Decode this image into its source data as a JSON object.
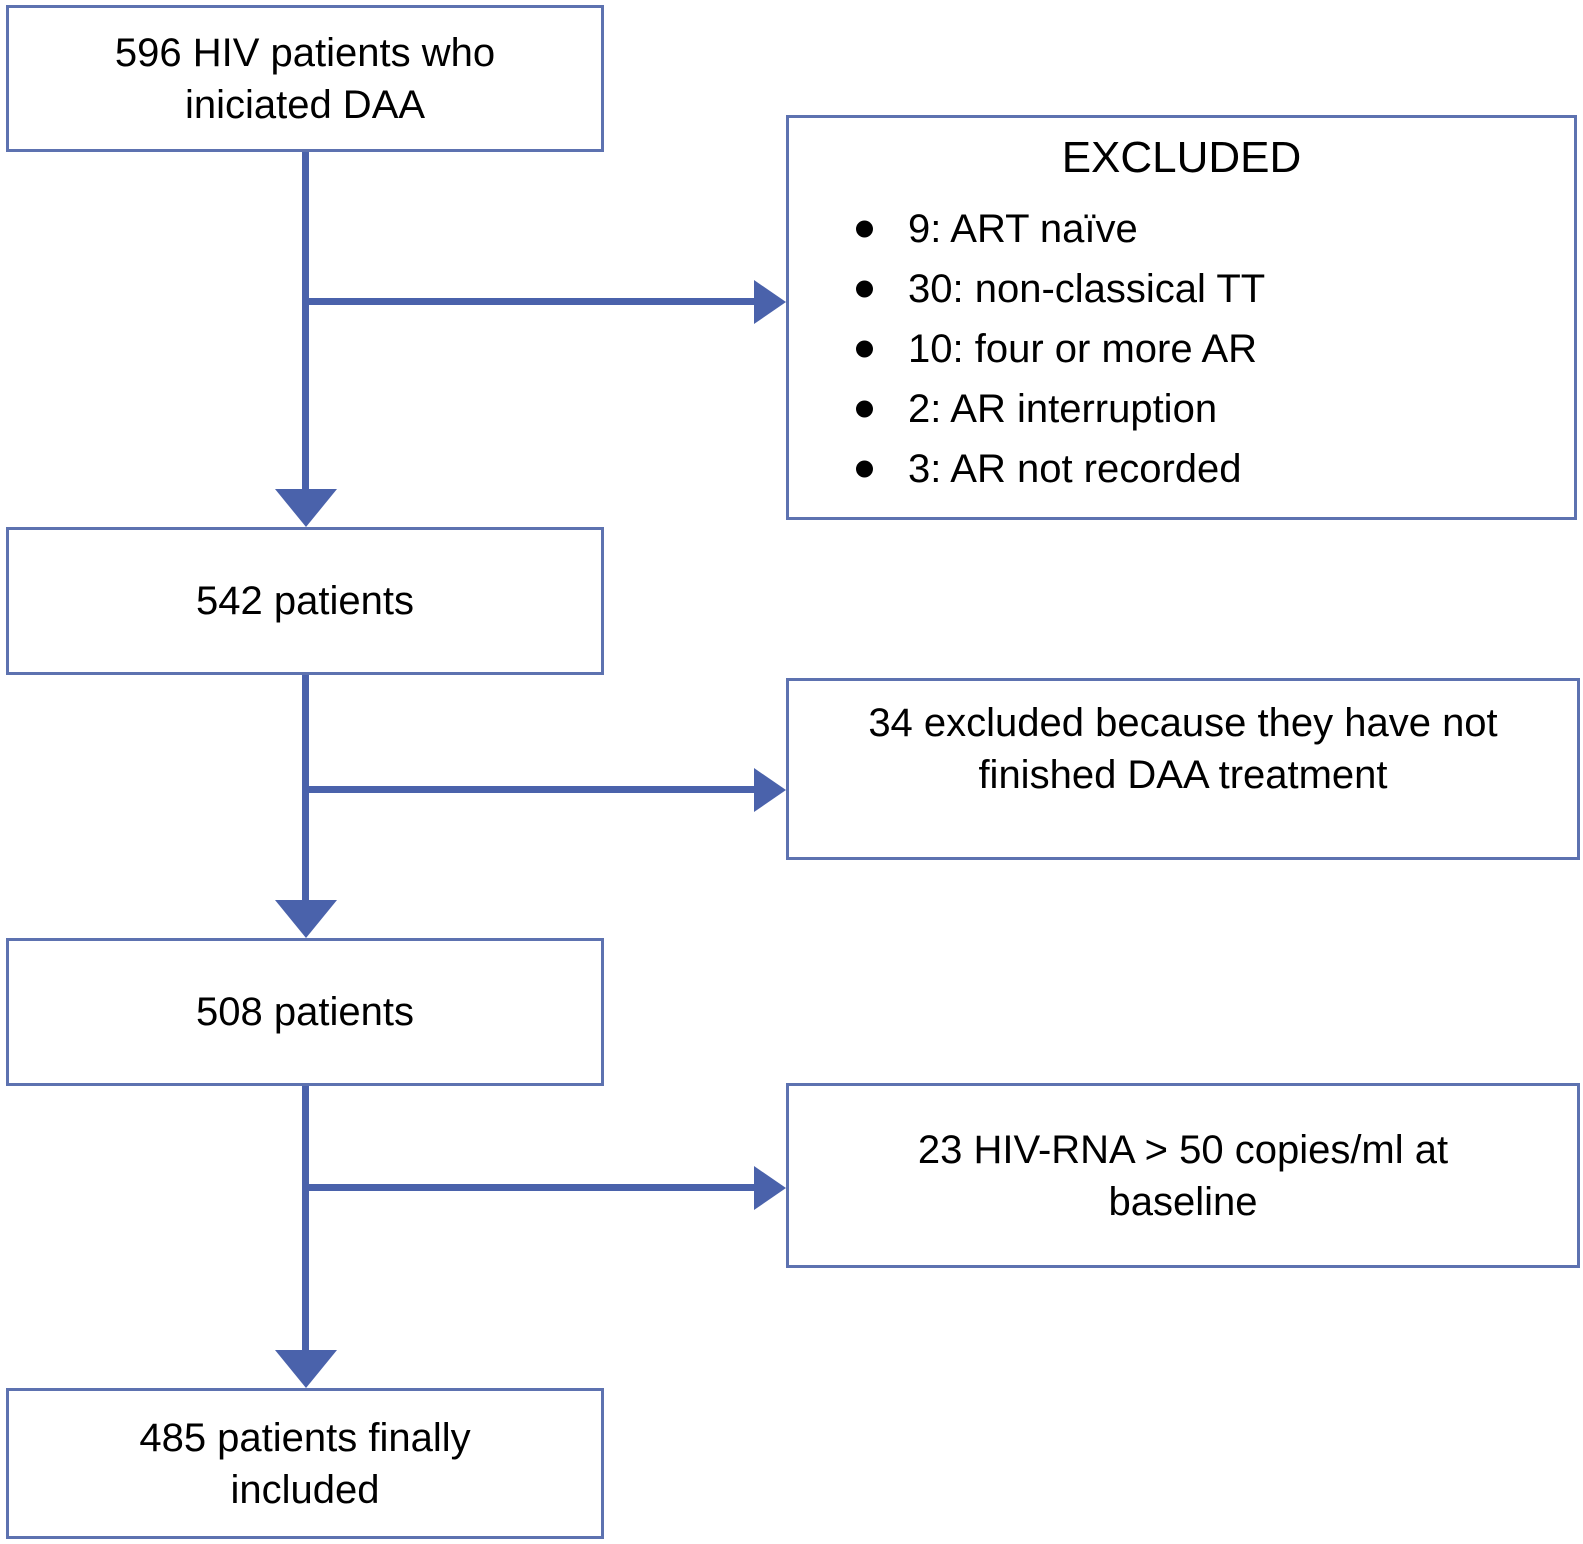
{
  "diagram": {
    "colors": {
      "arrow": "#4a62ab",
      "box_border": "#5d72b0",
      "text": "#000000",
      "background": "#ffffff"
    },
    "boxes": {
      "initial": {
        "lines": [
          "596 HIV patients who",
          "iniciated DAA"
        ]
      },
      "after_first_exclusion": {
        "lines": [
          "542 patients"
        ]
      },
      "after_second_exclusion": {
        "lines": [
          "508 patients"
        ]
      },
      "final": {
        "lines": [
          "485 patients finally",
          "included"
        ]
      },
      "excluded": {
        "title": "EXCLUDED",
        "items": [
          "9: ART naïve",
          "30: non-classical TT",
          "10: four or more AR",
          "2: AR interruption",
          "3: AR not recorded"
        ]
      },
      "not_finished": {
        "lines": [
          "34 excluded because they have not",
          "finished DAA treatment"
        ]
      },
      "viral_load": {
        "lines": [
          "23 HIV-RNA > 50 copies/ml at",
          "baseline"
        ]
      }
    }
  }
}
